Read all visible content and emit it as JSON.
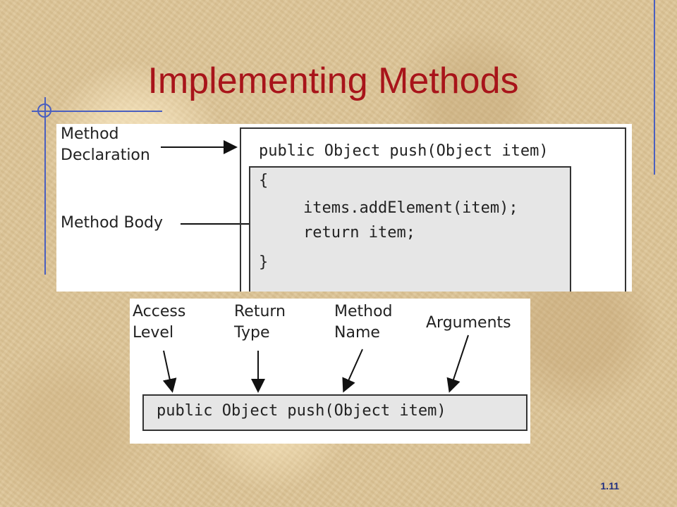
{
  "slide": {
    "title": "Implementing Methods",
    "page_number": "1.11"
  },
  "diagram_top": {
    "label_declaration": [
      "Method",
      "Declaration"
    ],
    "label_body": "Method Body",
    "code_lines": [
      "public Object push(Object item)",
      "{",
      "items.addElement(item);",
      "return item;",
      "}"
    ]
  },
  "diagram_bottom": {
    "labels": [
      [
        "Access",
        "Level"
      ],
      [
        "Return",
        "Type"
      ],
      [
        "Method",
        "Name"
      ],
      [
        "Arguments"
      ]
    ],
    "code": "public Object push(Object item)"
  },
  "colors": {
    "title": "#a8141a",
    "accent_lines": "#4a5fc0",
    "code_box_fill": "#e6e6e6"
  }
}
